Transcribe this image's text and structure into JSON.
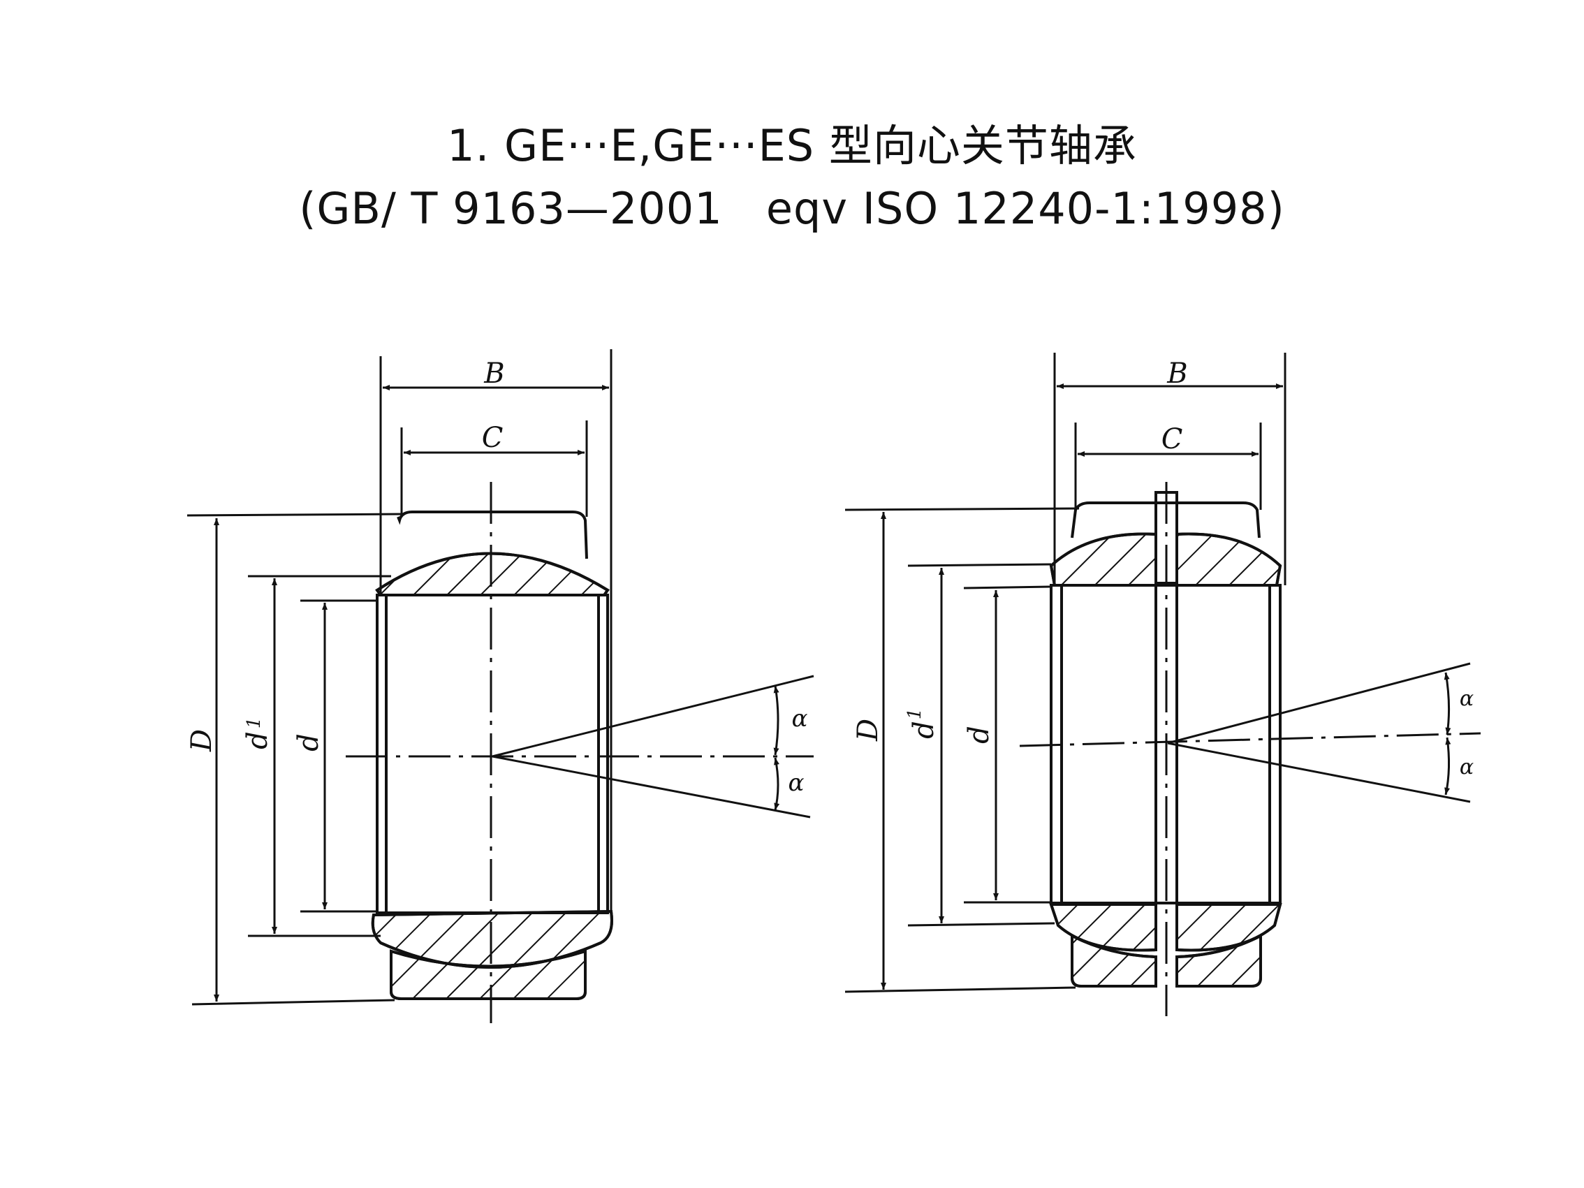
{
  "header": {
    "title": "1. GE···E,GE···ES 型向心关节轴承",
    "standard": "(GB/ T 9163—2001   eqv ISO 12240-1:1998)"
  },
  "left_drawing": {
    "labels": {
      "B": "B",
      "C": "C",
      "D": "D",
      "d1": "d",
      "d1_sub": "1",
      "d": "d",
      "alpha_top": "α",
      "alpha_bottom": "α"
    }
  },
  "right_drawing": {
    "labels": {
      "B": "B",
      "C": "C",
      "D": "D",
      "d1": "d",
      "d1_sub": "1",
      "d": "d",
      "alpha_top": "α",
      "alpha_bottom": "α"
    }
  }
}
